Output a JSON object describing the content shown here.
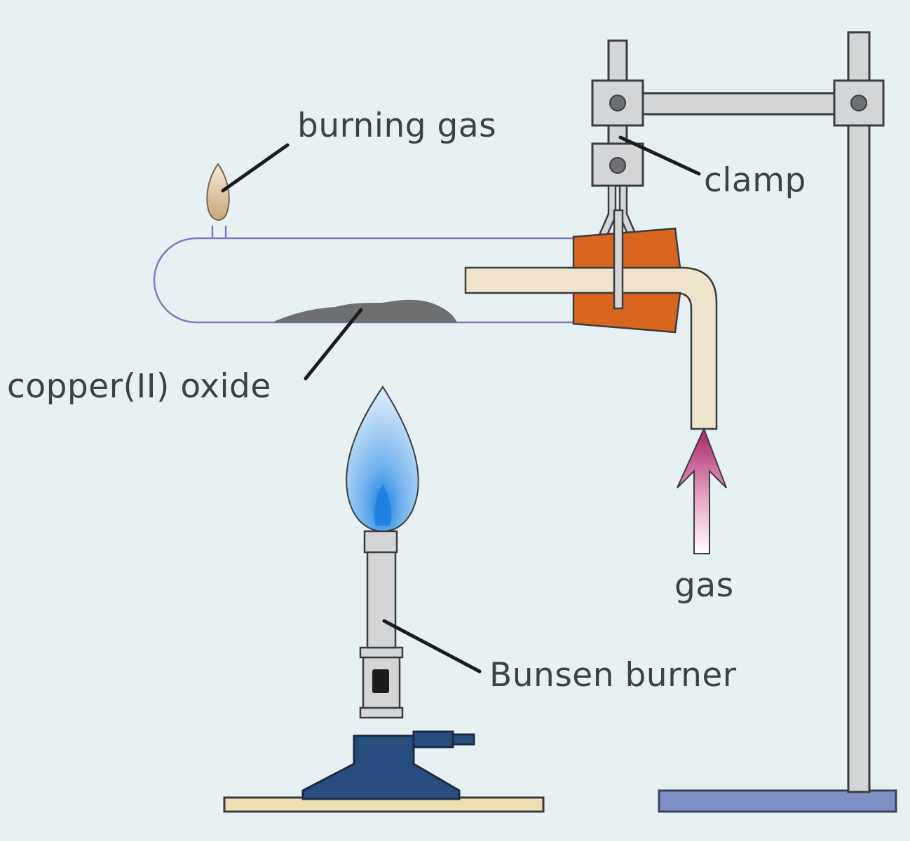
{
  "labels": {
    "burning_gas": "burning gas",
    "clamp": "clamp",
    "copper_oxide": "copper(II) oxide",
    "gas": "gas",
    "bunsen_burner": "Bunsen burner"
  },
  "colors": {
    "background": "#e7f0f2",
    "stand_metal": "#d3d5d6",
    "bung": "#d8661f",
    "delivery_tube": "#efe3cb",
    "powder": "#6d6f71",
    "burner_base": "#264d7e",
    "stand_base": "#7e8fc6",
    "mat": "#eedfb0",
    "flame_blue": "#4f9ee6",
    "gas_arrow": "#b0346e"
  }
}
